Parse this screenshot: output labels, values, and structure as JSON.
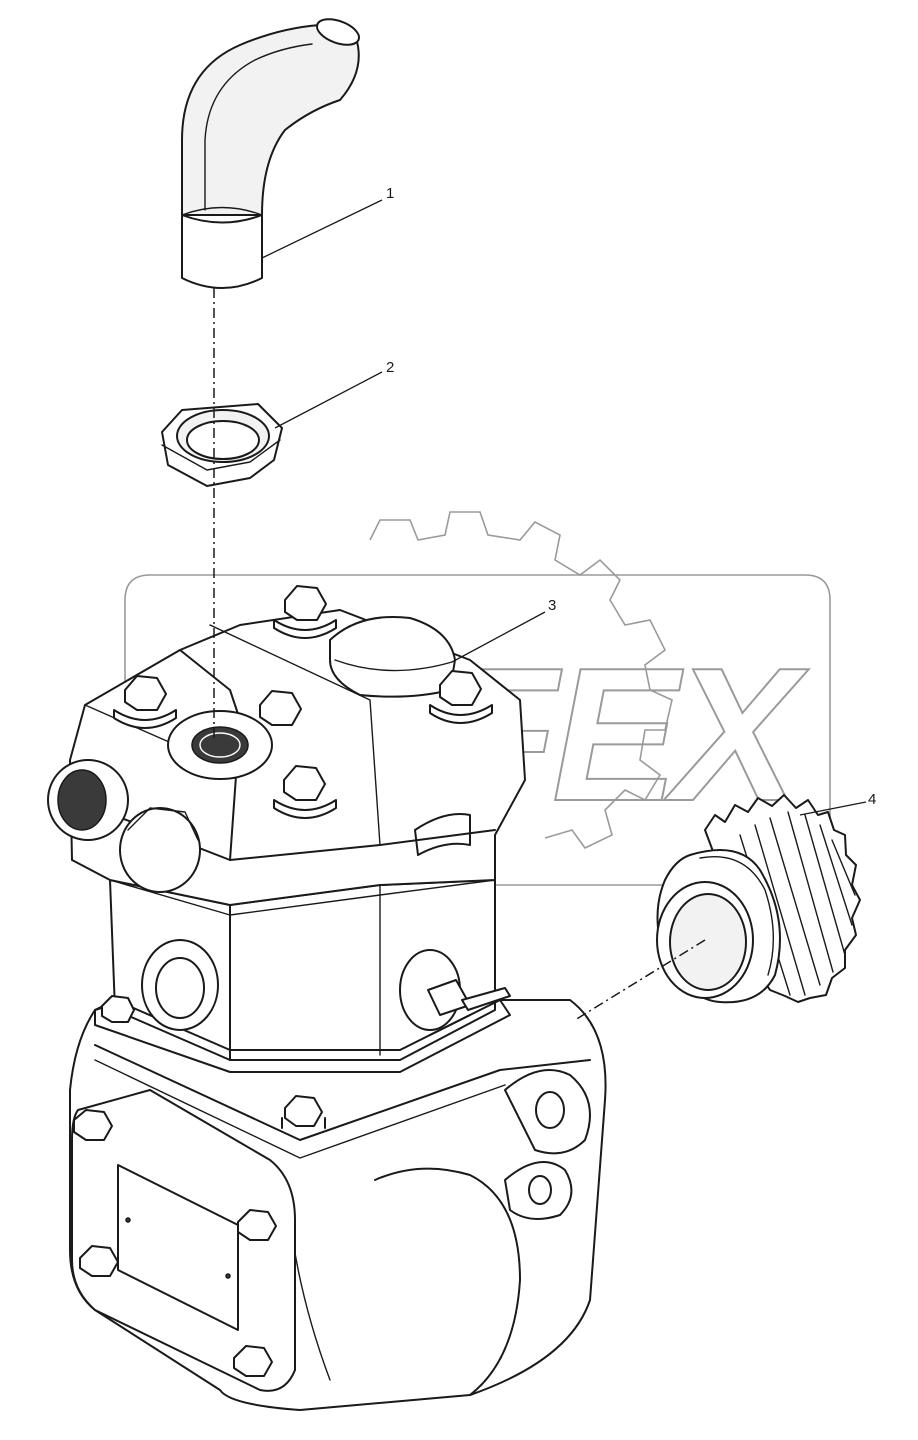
{
  "diagram": {
    "callouts": [
      {
        "id": "1",
        "label": "1"
      },
      {
        "id": "2",
        "label": "2"
      },
      {
        "id": "3",
        "label": "3"
      },
      {
        "id": "4",
        "label": "4"
      }
    ],
    "watermark_text": "OFEX",
    "colors": {
      "line": "#1a1a1a",
      "watermark": "#9a9a9a",
      "background": "#ffffff"
    }
  }
}
